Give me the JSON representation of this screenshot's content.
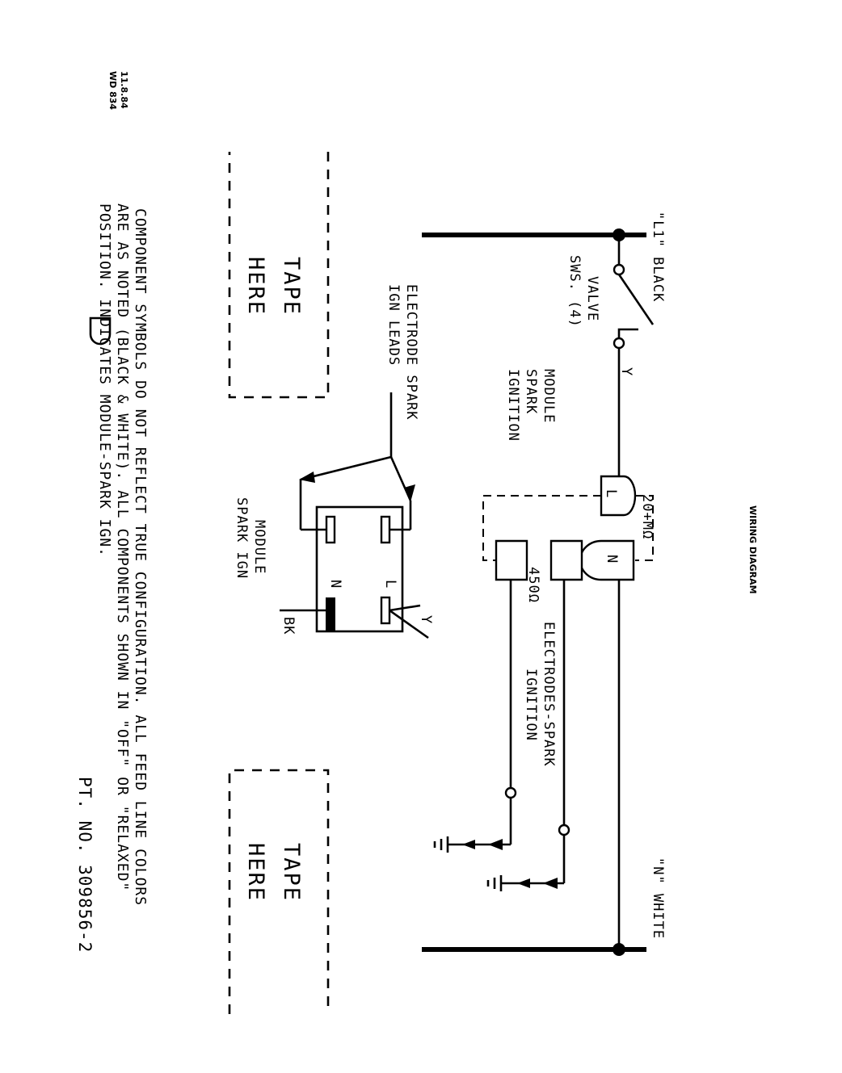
{
  "header": {
    "title": "WIRING DIAGRAM",
    "date": "11.8.84",
    "code": "WD 834"
  },
  "lines": {
    "l1": "\"L1\" BLACK",
    "n": "\"N\" WHITE"
  },
  "labels": {
    "valve_sws": [
      "VALVE",
      "SWS. (4)"
    ],
    "y": "Y",
    "module_top": [
      "MODULE",
      "SPARK",
      "IGNITION"
    ],
    "resistance_top": "20+MΩ",
    "resistance_bottom": "450Ω",
    "terminal_l": "L",
    "terminal_n": "N",
    "electrodes": [
      "ELECTRODES-SPARK",
      "IGNITION"
    ],
    "electrode_leads": [
      "ELECTRODE SPARK",
      "IGN LEADS"
    ],
    "module_side": [
      "MODULE",
      "SPARK IGN"
    ],
    "bk": "BK"
  },
  "tape": {
    "line1": "TAPE",
    "line2": "HERE"
  },
  "notes": [
    "COMPONENT SYMBOLS DO NOT REFLECT TRUE CONFIGURATION.  ALL FEED LINE COLORS",
    "ARE AS NOTED  (BLACK & WHITE).   ALL COMPONENTS SHOWN IN \"OFF\" OR \"RELAXED\"",
    "POSITION.     INDICATES  MODULE-SPARK IGN."
  ],
  "part_number": "PT. NO. 309856-2"
}
